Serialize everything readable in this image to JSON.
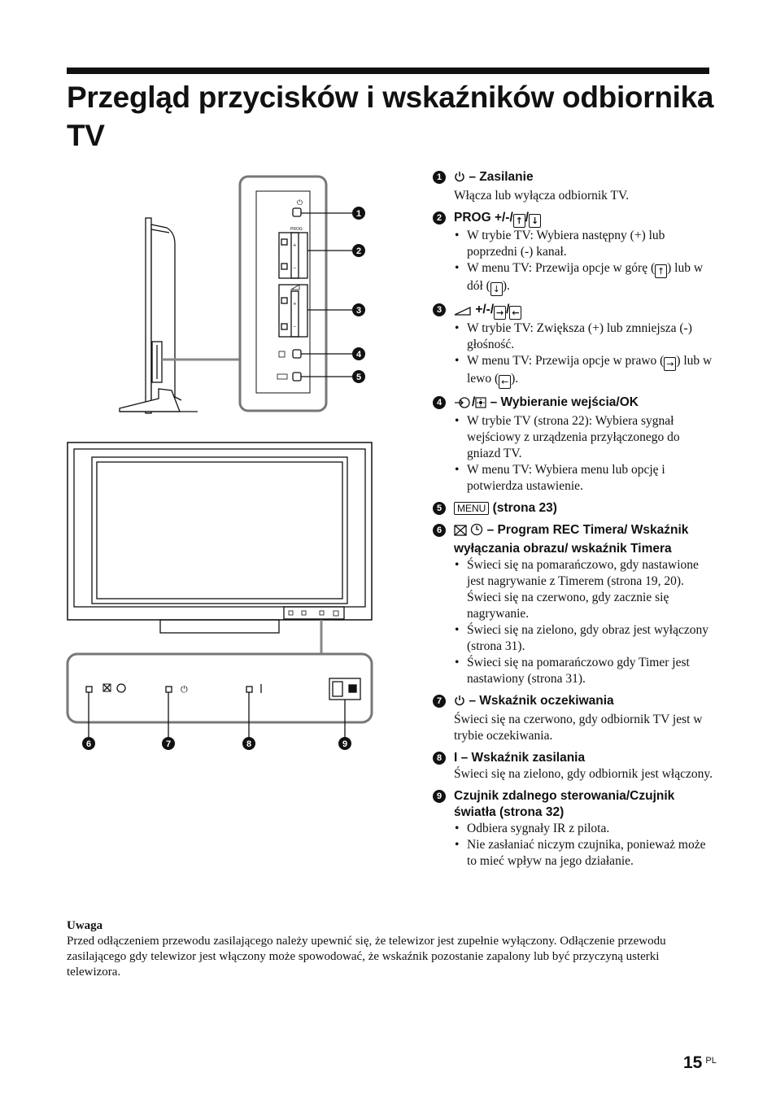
{
  "title": "Przegląd przycisków i wskaźników odbiornika TV",
  "figure": {
    "panel_label_prog": "PROG",
    "callout_numbers": [
      "1",
      "2",
      "3",
      "4",
      "5",
      "6",
      "7",
      "8",
      "9"
    ]
  },
  "items": [
    {
      "num": "1",
      "head": "– Zasilanie",
      "text": "Włącza lub wyłącza odbiornik TV."
    },
    {
      "num": "2",
      "head": "PROG +/-/",
      "bullets": [
        "W trybie TV: Wybiera następny (+) lub poprzedni (-) kanał.",
        "W menu TV: Przewija opcje w górę (",
        ") lub w dół (",
        ")."
      ]
    },
    {
      "num": "3",
      "head": "+/-/",
      "bullets": [
        "W trybie TV: Zwiększa (+) lub zmniejsza (-) głośność.",
        "W menu TV: Przewija opcje w prawo (",
        ") lub w lewo (",
        ")."
      ]
    },
    {
      "num": "4",
      "head": "– Wybieranie wejścia/OK",
      "bullets": [
        "W trybie TV (strona 22): Wybiera sygnał wejściowy z urządzenia przyłączonego do gniazd TV.",
        "W menu TV: Wybiera menu lub opcję i potwierdza ustawienie."
      ]
    },
    {
      "num": "5",
      "menu": "MENU",
      "head": "(strona 23)"
    },
    {
      "num": "6",
      "head": "– Program REC Timera/ Wskaźnik wyłączania obrazu/ wskaźnik Timera",
      "bullets": [
        "Świeci się na pomarańczowo, gdy nastawione jest nagrywanie z Timerem (strona 19, 20). Świeci się na czerwono, gdy zacznie się nagrywanie.",
        "Świeci się na zielono, gdy obraz jest wyłączony (strona 31).",
        "Świeci się na pomarańczowo gdy Timer jest nastawiony (strona 31)."
      ]
    },
    {
      "num": "7",
      "head": "– Wskaźnik oczekiwania",
      "text": "Świeci się na czerwono, gdy odbiornik TV jest w trybie oczekiwania."
    },
    {
      "num": "8",
      "head": "I – Wskaźnik zasilania",
      "text": "Świeci się na zielono, gdy odbiornik jest włączony."
    },
    {
      "num": "9",
      "head": "Czujnik zdalnego sterowania/Czujnik światła (strona 32)",
      "bullets": [
        "Odbiera sygnały IR z pilota.",
        "Nie zasłaniać niczym czujnika, ponieważ może to mieć wpływ na jego działanie."
      ]
    }
  ],
  "note": {
    "heading": "Uwaga",
    "text": "Przed odłączeniem przewodu zasilającego należy upewnić się, że telewizor jest zupełnie wyłączony. Odłączenie przewodu zasilającego gdy telewizor jest włączony może spowodować, że wskaźnik pozostanie zapalony lub być przyczyną usterki telewizora."
  },
  "page": {
    "number": "15",
    "lang": "PL"
  }
}
